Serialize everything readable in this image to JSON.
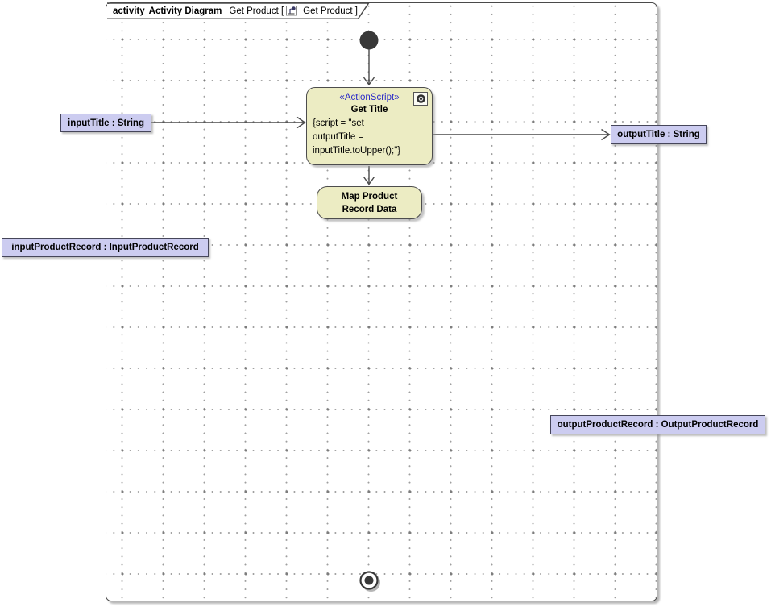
{
  "frame": {
    "keyword": "activity",
    "diagram_type": "Activity Diagram",
    "name_part": "Get Product [",
    "ref_part": "Get Product ]"
  },
  "nodes": {
    "get_title": {
      "stereotype": "«ActionScript»",
      "name": "Get Title",
      "body": "{script = \"set\noutputTitle =\ninputTitle.toUpper();\"}"
    },
    "map_product": {
      "name": "Map Product\nRecord Data"
    }
  },
  "params": {
    "input_title": "inputTitle : String",
    "output_title": "outputTitle : String",
    "input_product_record": "inputProductRecord : InputProductRecord",
    "output_product_record": "outputProductRecord : OutputProductRecord"
  },
  "colors": {
    "action_fill": "#ececc3",
    "param_fill": "#ccccf0",
    "stereotype_text": "#2b2bc8",
    "edge": "#4a4a4a",
    "frame_border": "#4a4a4a"
  }
}
